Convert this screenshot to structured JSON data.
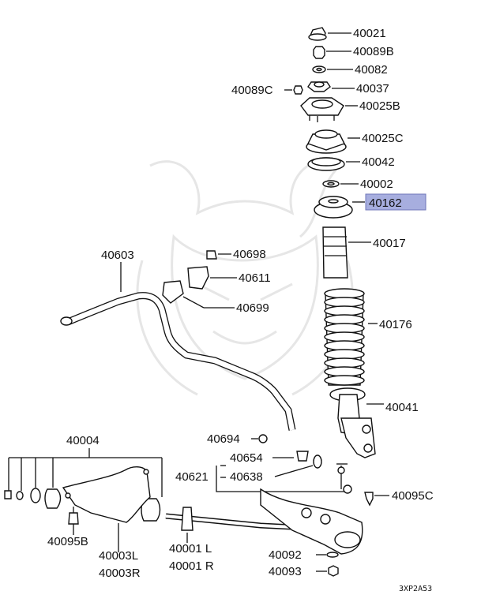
{
  "diagram": {
    "highlight_color": "#a7aedf",
    "drawing_code": "3XP2A53",
    "parts": {
      "p40021": "40021",
      "p40089B": "40089B",
      "p40082": "40082",
      "p40037": "40037",
      "p40089C": "40089C",
      "p40025B": "40025B",
      "p40025C": "40025C",
      "p40042": "40042",
      "p40002": "40002",
      "p40162": "40162",
      "p40017": "40017",
      "p40603": "40603",
      "p40698": "40698",
      "p40611": "40611",
      "p40699": "40699",
      "p40176": "40176",
      "p40041": "40041",
      "p40004": "40004",
      "p40694": "40694",
      "p40654": "40654",
      "p40621": "40621",
      "p40638": "40638",
      "p40095C": "40095C",
      "p40095B": "40095B",
      "p40003L": "40003L",
      "p40003R": "40003R",
      "p40001L": "40001 L",
      "p40001R": "40001 R",
      "p40092": "40092",
      "p40093": "40093"
    }
  }
}
